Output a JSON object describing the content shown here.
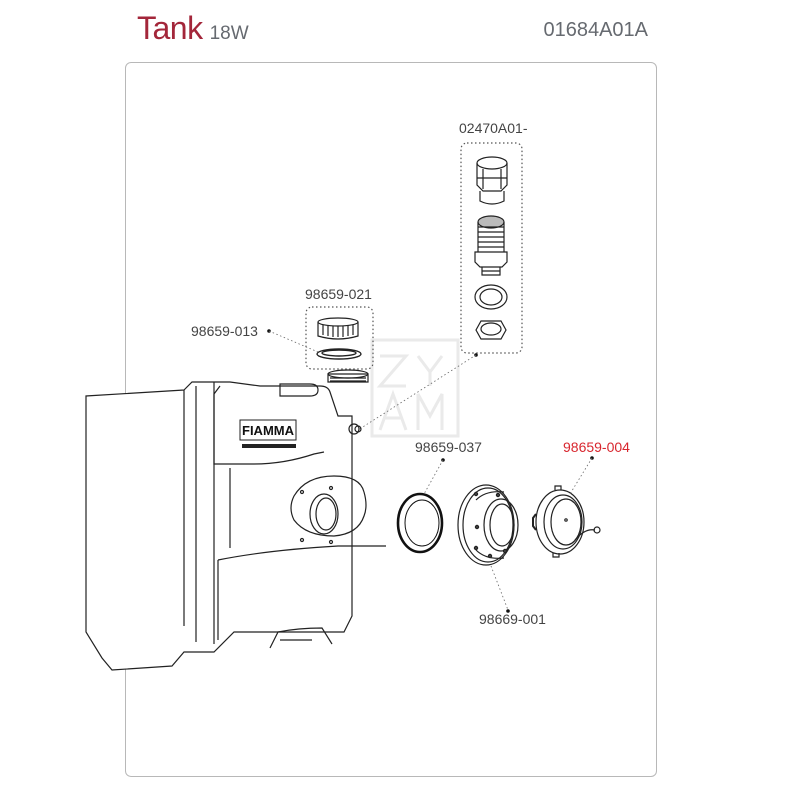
{
  "header": {
    "title": "Tank",
    "subtitle": "18W",
    "document_code": "01684A01A"
  },
  "watermark": {
    "letters": [
      "Z",
      "Y",
      "A",
      "M"
    ]
  },
  "tank": {
    "brand_label": "FIAMMA"
  },
  "parts": [
    {
      "id": "part-02470A01",
      "code": "02470A01-",
      "highlighted": false,
      "description": "drain valve kit (cap, threaded valve, washer, nut)"
    },
    {
      "id": "part-98659-021",
      "code": "98659-021",
      "highlighted": false,
      "description": "screw cap with seal"
    },
    {
      "id": "part-98659-013",
      "code": "98659-013",
      "highlighted": false,
      "description": "cap seal ring"
    },
    {
      "id": "part-98659-037",
      "code": "98659-037",
      "highlighted": false,
      "description": "gasket ring"
    },
    {
      "id": "part-98659-004",
      "code": "98659-004",
      "highlighted": true,
      "description": "inspection cap with strap"
    },
    {
      "id": "part-98669-001",
      "code": "98669-001",
      "highlighted": false,
      "description": "flange"
    }
  ],
  "colors": {
    "title": "#a3263a",
    "highlight": "#d8262e",
    "text": "#444444",
    "frame": "#b8b8b8"
  }
}
